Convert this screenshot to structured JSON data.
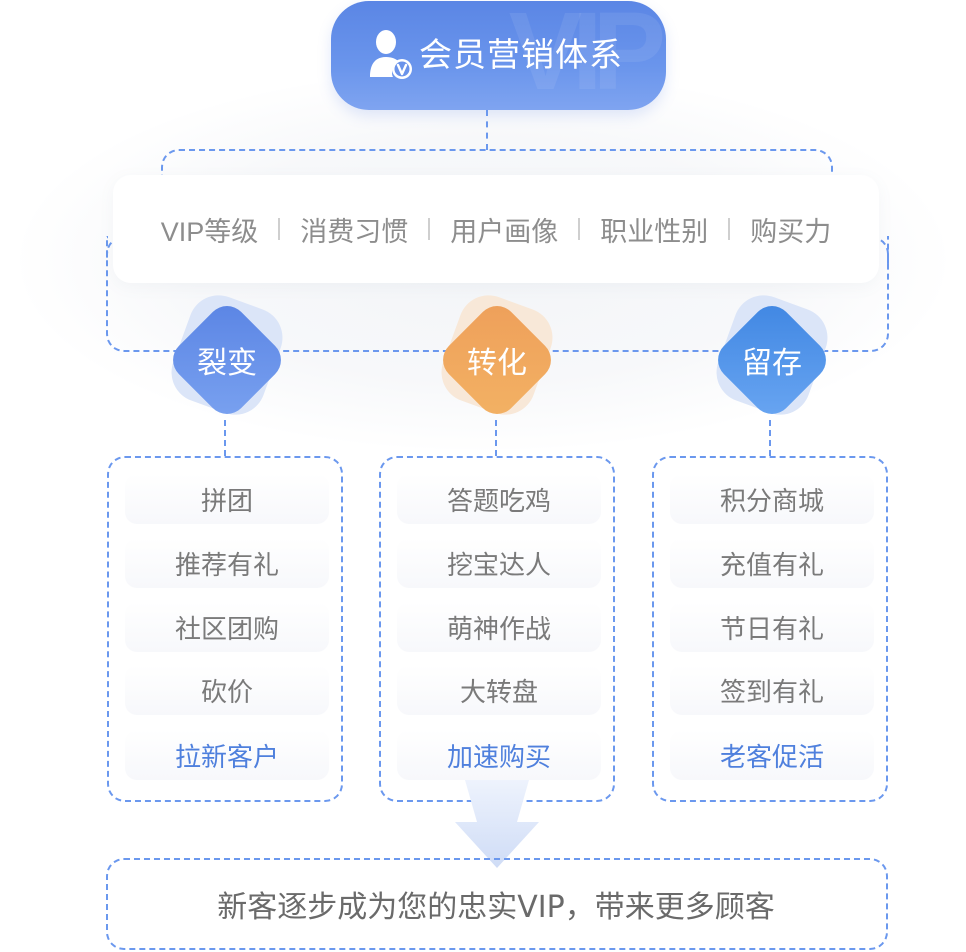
{
  "header": {
    "icon": "vip-user-icon",
    "title": "会员营销体系",
    "watermark": "VIP",
    "color": "#5b86e5"
  },
  "tags": [
    "VIP等级",
    "消费习惯",
    "用户画像",
    "职业性别",
    "购买力"
  ],
  "stages": [
    {
      "label": "裂变",
      "color": "#5f88e6",
      "items": [
        "拼团",
        "推荐有礼",
        "社区团购",
        "砍价"
      ],
      "goal": "拉新客户"
    },
    {
      "label": "转化",
      "color": "#f0a45e",
      "items": [
        "答题吃鸡",
        "挖宝达人",
        "萌神作战",
        "大转盘"
      ],
      "goal": "加速购买"
    },
    {
      "label": "留存",
      "color": "#4a8fe6",
      "items": [
        "积分商城",
        "充值有礼",
        "节日有礼",
        "签到有礼"
      ],
      "goal": "老客促活"
    }
  ],
  "footer": {
    "text": "新客逐步成为您的忠实VIP，带来更多顾客"
  },
  "colors": {
    "dash": "#6b98ee",
    "highlight_text": "#4f80dd",
    "normal_text": "#7a7a7a"
  }
}
